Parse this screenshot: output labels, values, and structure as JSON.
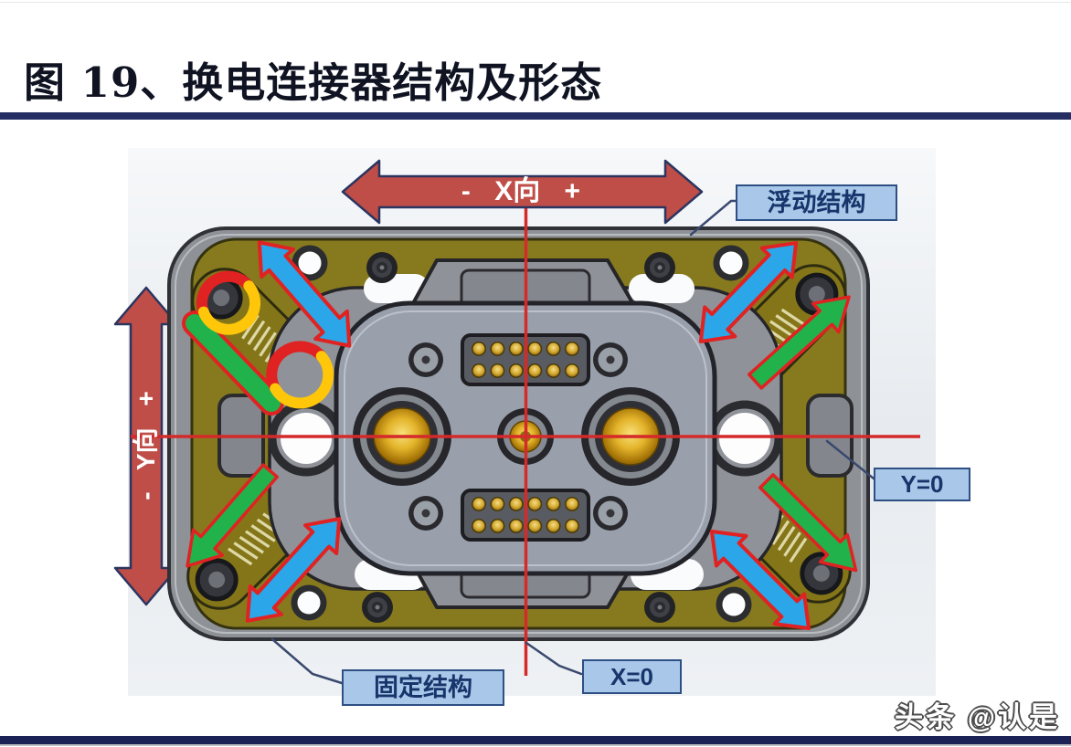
{
  "header": {
    "title": "图 19、换电连接器结构及形态"
  },
  "figure": {
    "axis": {
      "x_label": "- X向 +",
      "y_label": "- Y向 +"
    },
    "callouts": {
      "floating": {
        "label": "浮动结构"
      },
      "y_zero": {
        "label": "Y=0"
      },
      "x_zero": {
        "label": "X=0"
      },
      "fixed": {
        "label": "固定结构"
      }
    },
    "colors": {
      "rule_navy": "#242e63",
      "axis_arrow_red": "#bf4d48",
      "crosshair_red": "#d42a2a",
      "callout_bg": "#a9c7e8",
      "callout_border": "#2d4f84",
      "callout_text": "#17356b",
      "body_gray": "#8e9196",
      "frame_olive": "#877a1e",
      "plate_gray": "#99a0ac",
      "terminal_gold": "#d8a520",
      "motion_arrow_blue": "#2ba6e8",
      "motion_arrow_green": "#21b24b",
      "motion_arrow_outline": "#e02222",
      "highlight_yellow": "#ffc60a"
    }
  },
  "watermark": {
    "text": "头条 @认是"
  }
}
